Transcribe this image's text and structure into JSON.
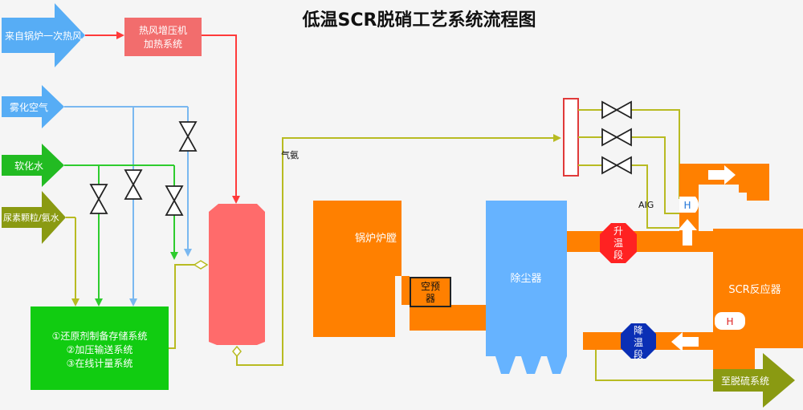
{
  "title": "低温SCR脱硝工艺系统流程图",
  "inputs": {
    "boiler_hot_air": "来自锅炉一次热风",
    "atomizing_air": "雾化空气",
    "soft_water": "软化水",
    "urea": "尿素颗粒/氨水"
  },
  "heater": {
    "line1": "热风增压机",
    "line2": "加热系统"
  },
  "prep": {
    "line1": "①还原剂制备存储系统",
    "line2": "②加压输送系统",
    "line3": "③在线计量系统"
  },
  "labels": {
    "ammonia_gas": "气氨",
    "boiler": "锅炉炉膛",
    "air_preheater_1": "空预",
    "air_preheater_2": "器",
    "dust": "除尘器",
    "aig": "AIG",
    "h_upper": "H",
    "h_lower": "H",
    "heat_1": "升",
    "heat_2": "温",
    "heat_3": "段",
    "cool_1": "降",
    "cool_2": "温",
    "cool_3": "段",
    "scr": "SCR反应器",
    "to_desulfur": "至脱硫系统"
  },
  "colors": {
    "orange": "#ff8000",
    "blue_equipment": "#66b3ff",
    "green_box": "#11cc11",
    "red_tank": "#ff6b6b",
    "heater_box": "#f26d6d",
    "arrow_boiler": "#57adf5",
    "arrow_olive": "#8a9a12",
    "heat_octagon": "#ff2222",
    "cool_octagon": "#0a2fb5",
    "line_red": "#ff3a3a",
    "line_blue": "#7ab8f0",
    "line_green": "#2ecc2e",
    "line_olive": "#b8bb22"
  }
}
